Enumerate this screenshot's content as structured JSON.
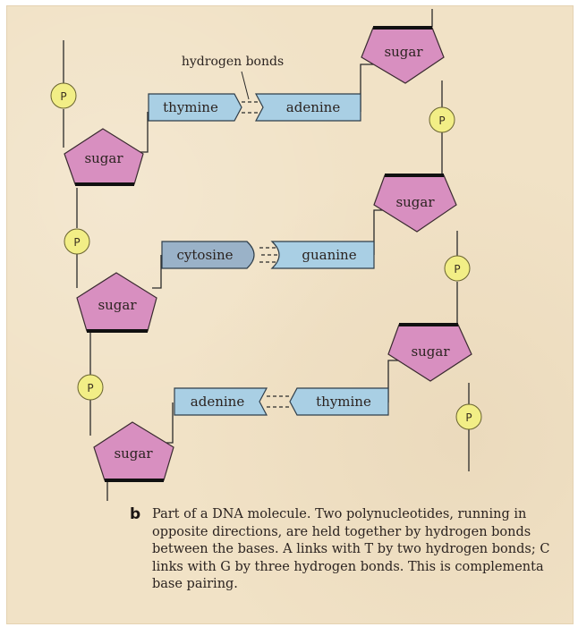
{
  "figure": {
    "bond_label": "hydrogen bonds",
    "left_strand": {
      "phosphates": [
        "P",
        "P",
        "P"
      ],
      "sugars": [
        "sugar",
        "sugar",
        "sugar"
      ]
    },
    "right_strand": {
      "phosphates": [
        "P",
        "P",
        "P"
      ],
      "sugars": [
        "sugar",
        "sugar",
        "sugar"
      ]
    },
    "base_pairs": [
      {
        "left_base": "thymine",
        "right_base": "adenine",
        "hydrogen_bonds": 2
      },
      {
        "left_base": "cytosine",
        "right_base": "guanine",
        "hydrogen_bonds": 3
      },
      {
        "left_base": "adenine",
        "right_base": "thymine",
        "hydrogen_bonds": 2
      }
    ],
    "colors": {
      "sugar": "#d88fc0",
      "base_blue": "#a9cfe4",
      "base_grey": "#9ab2c8",
      "phosphate": "#f2ee86",
      "paper": "#f1e2c6"
    }
  },
  "caption": {
    "letter": "b",
    "lines": [
      "Part of a DNA molecule. Two polynucleotides, running in",
      "opposite directions, are held together by hydrogen bonds",
      "between the bases. A links with T by two hydrogen bonds; C",
      "links with G by three hydrogen bonds. This is complementa",
      "base pairing."
    ]
  }
}
